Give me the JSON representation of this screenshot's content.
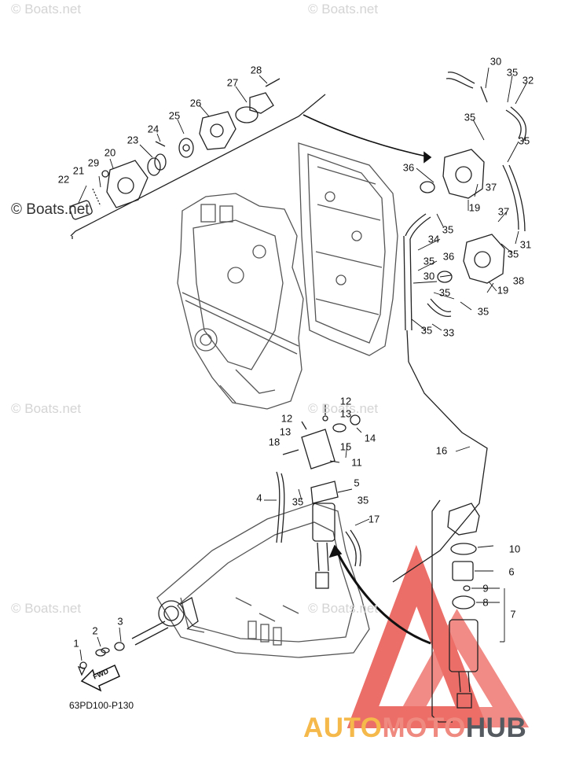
{
  "watermarks": [
    "© Boats.net",
    "© Boats.net",
    "© Boats.net",
    "© Boats.net",
    "© Boats.net",
    "© Boats.net",
    "© Boats.net"
  ],
  "watermark_strong": "© Boats.net",
  "diagram_code": "63PD100-P130",
  "fwd_label": "FWD",
  "brand": {
    "part1": "AUTO",
    "part2": "MOTO",
    "part3": "HUB"
  },
  "colors": {
    "line": "#111111",
    "engine": "#555555",
    "logo_red": "#e8554e",
    "logo_orange": "#f5b84a"
  },
  "callouts": [
    "1",
    "2",
    "3",
    "4",
    "5",
    "6",
    "7",
    "8",
    "9",
    "10",
    "11",
    "12",
    "12",
    "13",
    "13",
    "14",
    "15",
    "16",
    "17",
    "18",
    "19",
    "19",
    "20",
    "21",
    "22",
    "23",
    "24",
    "25",
    "26",
    "27",
    "28",
    "29",
    "30",
    "30",
    "31",
    "32",
    "33",
    "34",
    "35",
    "35",
    "35",
    "35",
    "35",
    "35",
    "35",
    "35",
    "35",
    "35",
    "35",
    "36",
    "36",
    "37",
    "37",
    "38"
  ]
}
